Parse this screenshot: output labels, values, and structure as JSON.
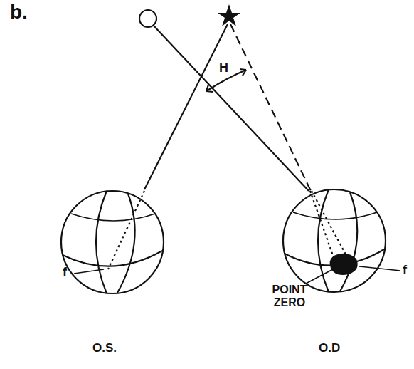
{
  "diagram": {
    "labels": [
      "b.",
      "H",
      "f",
      "POINT ZERO",
      "f",
      "O.S.",
      "O.D"
    ]
  }
}
